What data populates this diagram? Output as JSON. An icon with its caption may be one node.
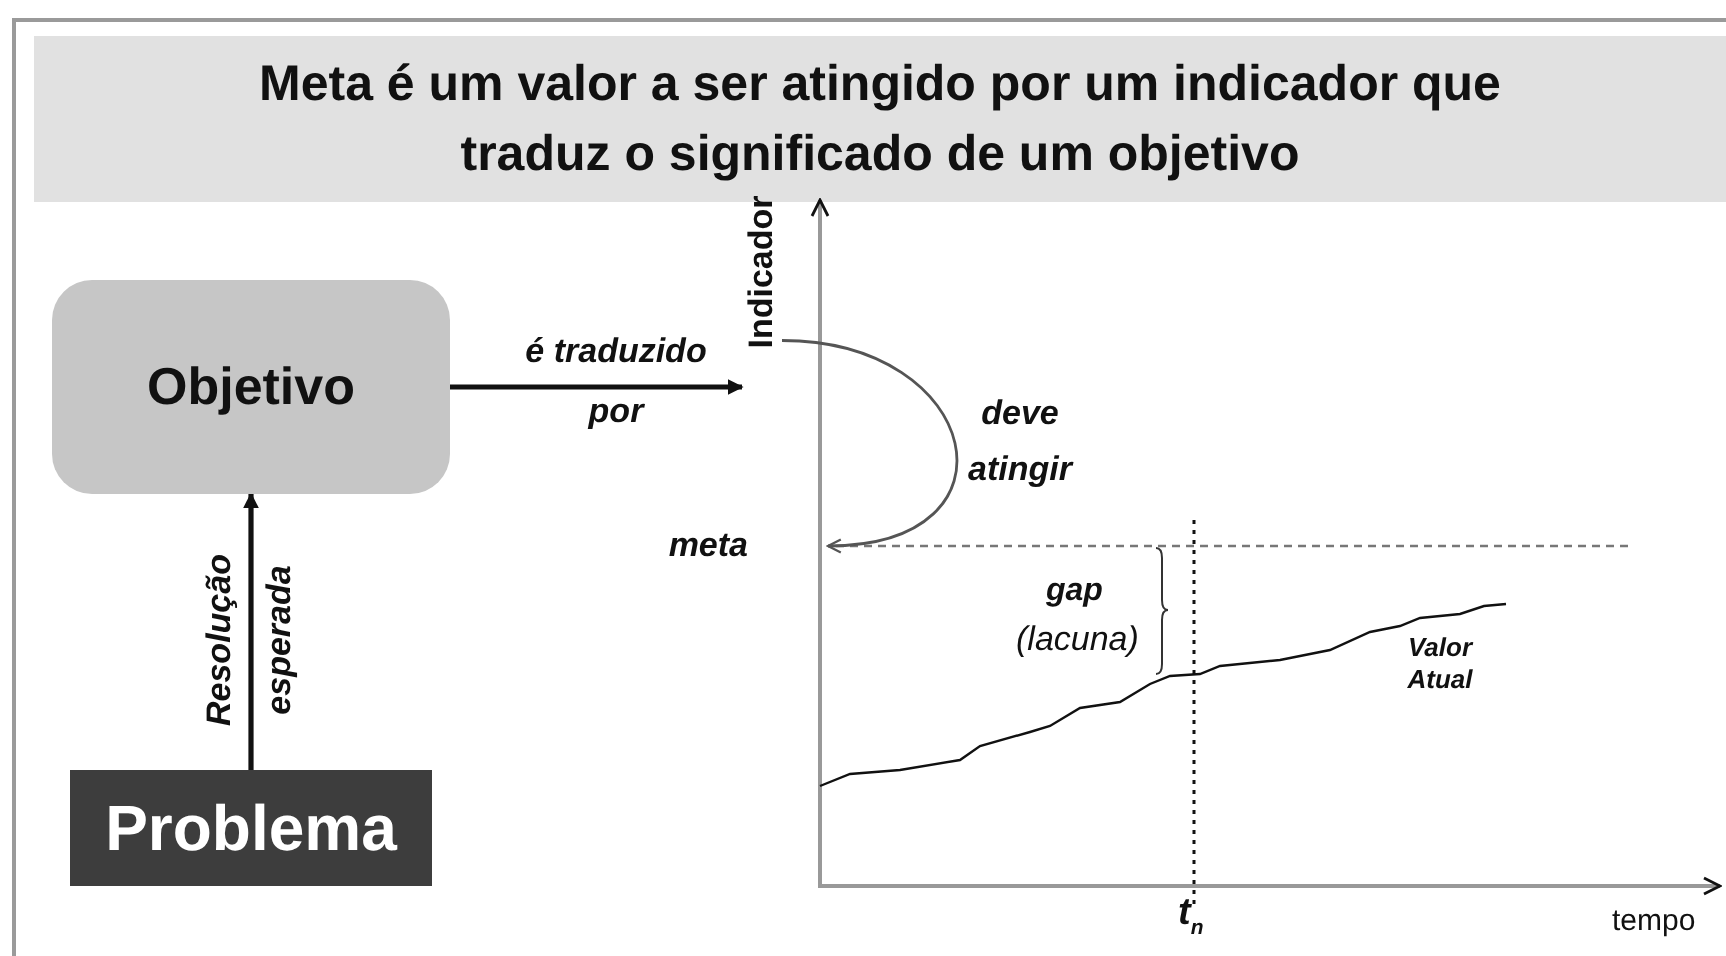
{
  "diagram": {
    "title": "Meta é um valor a ser atingido por um indicador que traduz o significado de um objetivo",
    "nodes": [
      {
        "text": [
          "Objetivo"
        ]
      },
      {
        "text": [
          "Problema"
        ]
      },
      {
        "text": [
          "Indicador"
        ]
      },
      {
        "text": [
          "meta"
        ]
      }
    ],
    "edges": [
      {
        "from": 1,
        "to": 0,
        "arrow": "to",
        "label": "Resolução esperada"
      },
      {
        "from": 0,
        "to": 2,
        "arrow": "to",
        "label": "é traduzido por"
      },
      {
        "from": 2,
        "to": 3,
        "arrow": "to",
        "label": "deve atingir",
        "color": "#555555"
      }
    ],
    "labels": [
      "gap",
      "(lacuna)",
      "Valor Atual",
      "t$_{n}$",
      "tempo"
    ]
  }
}
